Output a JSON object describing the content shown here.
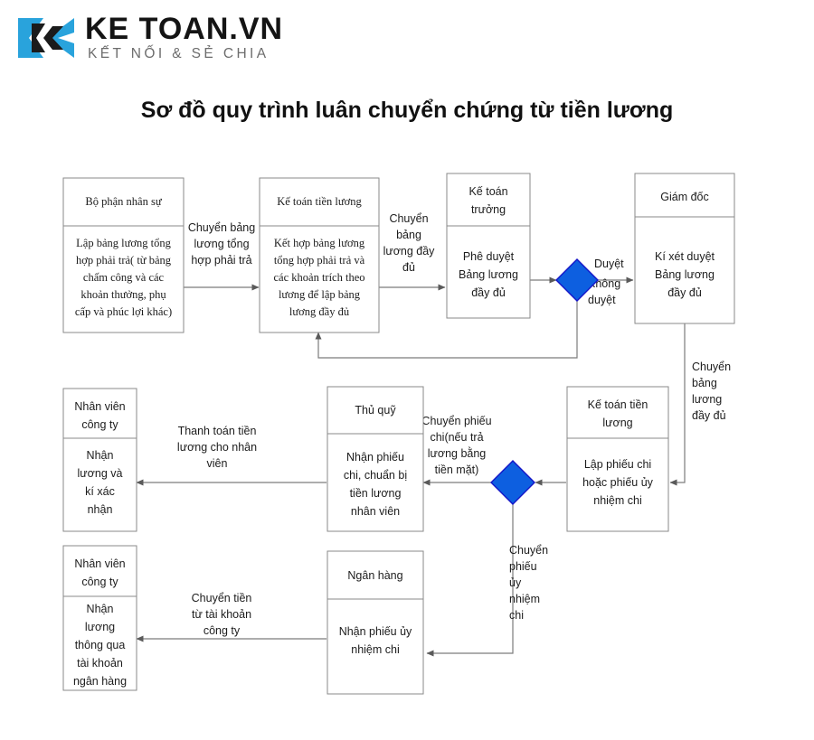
{
  "brand": {
    "logo_icon": "ketoan-k-chevron-logo",
    "name": "KE TOAN.VN",
    "tagline": "KẾT NỐI & SẺ CHIA",
    "logo_color": "#29A3DC",
    "logo_dark_color": "#1B1B1B"
  },
  "title": "Sơ đồ quy trình luân chuyển chứng từ tiền lương",
  "theme": {
    "decision_fill": "#0D5FE0",
    "decision_stroke": "#1414C8",
    "box_stroke": "#8A8A8A",
    "edge_stroke": "#7C7C7C",
    "text_color": "#1C1C1C"
  },
  "nodes": [
    {
      "id": "bo-phan-nhan-su",
      "title": "Bộ phận nhân sự",
      "body": "Lập bảng lương tổng hợp phải trả( từ bảng chấm công và các khoản thưởng, phụ cấp và phúc lợi khác)"
    },
    {
      "id": "ke-toan-tien-luong-1",
      "title": "Kế toán tiền lương",
      "body": "Kết hợp bảng lương tổng hợp phải trả và các khoản trích theo lương để lập bảng lương đầy đủ"
    },
    {
      "id": "ke-toan-truong",
      "title": "Kế toán trưởng",
      "body": "Phê duyệt Bảng lương đầy đủ"
    },
    {
      "id": "giam-doc",
      "title": "Giám đốc",
      "body": "Kí xét duyệt Bảng lương đầy đủ"
    },
    {
      "id": "ke-toan-tien-luong-2",
      "title": "Kế toán tiền lương",
      "body": "Lập phiếu chi hoặc phiếu ủy nhiệm chi"
    },
    {
      "id": "thu-quy",
      "title": "Thủ quỹ",
      "body": "Nhận phiếu chi, chuẩn bị tiền lương nhân viên"
    },
    {
      "id": "nhan-vien-cong-ty-1",
      "title": "Nhân viên công ty",
      "body": "Nhận lương và kí xác nhận"
    },
    {
      "id": "nhan-vien-cong-ty-2",
      "title": "Nhân viên công ty",
      "body": "Nhận lương thông qua tài khoản ngân hàng"
    },
    {
      "id": "ngan-hang",
      "title": "Ngân hàng",
      "body": "Nhận phiếu ủy nhiệm chi"
    }
  ],
  "node_lines": {
    "bo_phan_nhan_su_title": [
      "Bộ phận nhân sự"
    ],
    "bo_phan_nhan_su_body": [
      "Lập bảng lương tổng",
      "hợp phải trả( từ bảng",
      "chấm công và các",
      "khoản thưởng, phụ",
      "cấp và phúc lợi khác)"
    ],
    "ke_toan_tien_luong_1_title": [
      "Kế toán tiền lương"
    ],
    "ke_toan_tien_luong_1_body": [
      "Kết hợp bảng lương",
      "tổng hợp phải trả và",
      "các khoản trích theo",
      "lương để lập bảng",
      "lương đầy đủ"
    ],
    "ke_toan_truong_title": [
      "Kế toán",
      "trưởng"
    ],
    "ke_toan_truong_body": [
      "Phê duyệt",
      "Bảng lương",
      "đầy đủ"
    ],
    "giam_doc_title": [
      "Giám đốc"
    ],
    "giam_doc_body": [
      "Kí xét duyệt",
      "Bảng lương",
      "đầy đủ"
    ],
    "ke_toan_tien_luong_2_title": [
      "Kế toán tiền",
      "lương"
    ],
    "ke_toan_tien_luong_2_body": [
      "Lập phiếu chi",
      "hoặc phiếu ủy",
      "nhiệm chi"
    ],
    "thu_quy_title": [
      "Thủ quỹ"
    ],
    "thu_quy_body": [
      "Nhận phiếu",
      "chi, chuẩn bị",
      "tiền lương",
      "nhân viên"
    ],
    "nhan_vien_1_title": [
      "Nhân viên",
      "công ty"
    ],
    "nhan_vien_1_body": [
      "Nhận",
      "lương và",
      "kí xác",
      "nhận"
    ],
    "nhan_vien_2_title": [
      "Nhân viên",
      "công ty"
    ],
    "nhan_vien_2_body": [
      "Nhận",
      "lương",
      "thông qua",
      "tài khoản",
      "ngân hàng"
    ],
    "ngan_hang_title": [
      "Ngân hàng"
    ],
    "ngan_hang_body": [
      "Nhận phiếu ủy",
      "nhiệm chi"
    ]
  },
  "edges": [
    {
      "id": "edge-hr-to-payroll",
      "label": "Chuyển bảng lương tổng hợp phải trả",
      "lines": [
        "Chuyển bảng",
        "lương tổng",
        "hợp phải trả"
      ]
    },
    {
      "id": "edge-payroll-to-chief",
      "label": "Chuyển bảng lương đầy đủ",
      "lines": [
        "Chuyển",
        "bảng",
        "lương đầy",
        "đủ"
      ]
    },
    {
      "id": "edge-decision-approved",
      "label": "Duyệt",
      "lines": [
        "Duyệt"
      ]
    },
    {
      "id": "edge-decision-rejected",
      "label": "Không duyệt",
      "lines": [
        "Không",
        "duyệt"
      ]
    },
    {
      "id": "edge-director-to-payroll2",
      "label": "Chuyển bảng lương đầy đủ",
      "lines": [
        "Chuyển",
        "bảng",
        "lương",
        "đầy đủ"
      ]
    },
    {
      "id": "edge-cash-voucher",
      "label": "Chuyển phiếu chi(nếu trả lương bằng tiền mặt)",
      "lines": [
        "Chuyển phiếu",
        "chi(nếu trả",
        "lương bằng",
        "tiền mặt)"
      ]
    },
    {
      "id": "edge-pay-employee-cash",
      "label": "Thanh toán tiền lương cho nhân viên",
      "lines": [
        "Thanh toán tiền",
        "lương cho nhân",
        "viên"
      ]
    },
    {
      "id": "edge-transfer-voucher",
      "label": "Chuyển phiếu ủy nhiệm chi",
      "lines": [
        "Chuyển",
        "phiếu",
        "ủy",
        "nhiệm",
        "chi"
      ]
    },
    {
      "id": "edge-bank-transfer",
      "label": "Chuyển tiền từ tài khoản công ty",
      "lines": [
        "Chuyển tiền",
        "từ tài khoản",
        "công ty"
      ]
    }
  ],
  "decisions": [
    {
      "id": "decision-approval",
      "shape": "diamond",
      "color": "#0D5FE0"
    },
    {
      "id": "decision-payment-method",
      "shape": "diamond",
      "color": "#0D5FE0"
    }
  ]
}
